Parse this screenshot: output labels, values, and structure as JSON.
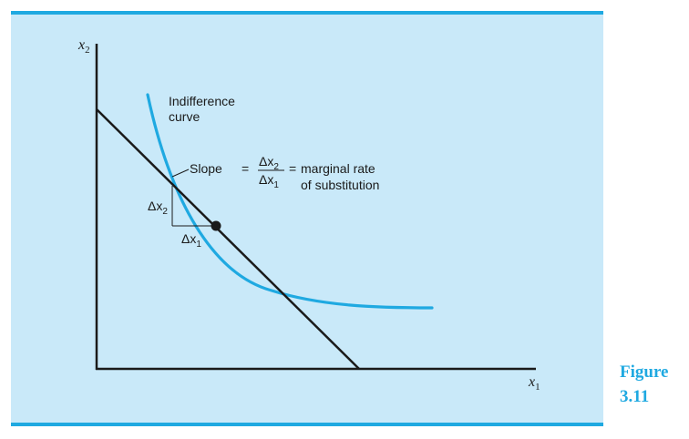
{
  "axes": {
    "y_label": "x",
    "y_sub": "2",
    "x_label": "x",
    "x_sub": "1"
  },
  "labels": {
    "indifference_line1": "Indifference",
    "indifference_line2": "curve",
    "slope_word": "Slope",
    "equals": "=",
    "frac_num_delta": "Δx",
    "frac_num_sub": "2",
    "frac_den_delta": "Δx",
    "frac_den_sub": "1",
    "mrs_line1": "marginal rate",
    "mrs_line2": "of substitution",
    "dx2_delta": "Δx",
    "dx2_sub": "2",
    "dx1_delta": "Δx",
    "dx1_sub": "1"
  },
  "figure": {
    "word": "Figure",
    "number": "3.11"
  },
  "colors": {
    "accent": "#1fa9e1",
    "panel": "#c9e9f9",
    "ink": "#1a1a1a"
  }
}
